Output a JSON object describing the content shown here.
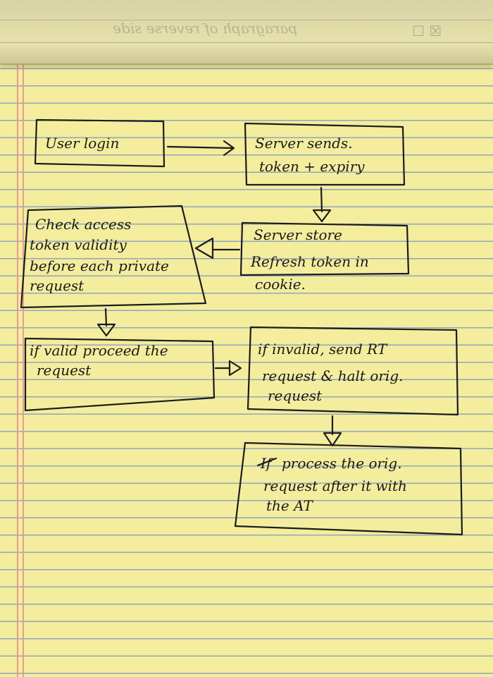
{
  "flowchart": {
    "boxes": {
      "user_login": [
        "User login"
      ],
      "server_sends": [
        "Server sends.",
        "token + expiry"
      ],
      "server_stores": [
        "Server store",
        "Refresh token in",
        "cookie."
      ],
      "check_access": [
        "Check access",
        "token validity",
        "before each private",
        "request"
      ],
      "if_valid": [
        "if valid proceed the",
        "request"
      ],
      "if_invalid": [
        "if invalid, send RT",
        "request & halt orig.",
        "request"
      ],
      "process": [
        "process the orig.",
        "request after it with",
        "the AT"
      ]
    }
  },
  "colors": {
    "paper": "#f4ed9e",
    "ink": "#1a1a1a",
    "margin_line": "#e99a8f",
    "rule_line": "#8fa8b8"
  }
}
